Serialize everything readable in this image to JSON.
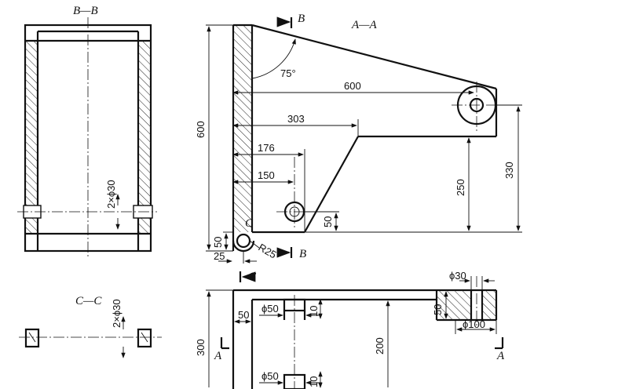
{
  "views": {
    "bb_title": "B—B",
    "aa_title": "A—A",
    "cc_title": "C—C"
  },
  "labels": {
    "section_b": "B",
    "section_c": "C",
    "section_a": "A"
  },
  "dimensions": {
    "hole_pair_bb": "2×ϕ30",
    "hole_pair_cc": "2×ϕ30",
    "angle": "75°",
    "len_600": "600",
    "len_303": "303",
    "len_176": "176",
    "len_150": "150",
    "height_600": "600",
    "height_250": "250",
    "height_330": "330",
    "height_50_right": "50",
    "height_50_left": "50",
    "width_25": "25",
    "radius": "R25",
    "top_phi30": "ϕ30",
    "top_phi50_a": "ϕ50",
    "top_phi50_b": "ϕ50",
    "top_10_a": "10",
    "top_10_b": "10",
    "top_50_left": "50",
    "top_50_right": "50",
    "top_phi100": "ϕ100",
    "top_300": "300",
    "top_200": "200"
  }
}
